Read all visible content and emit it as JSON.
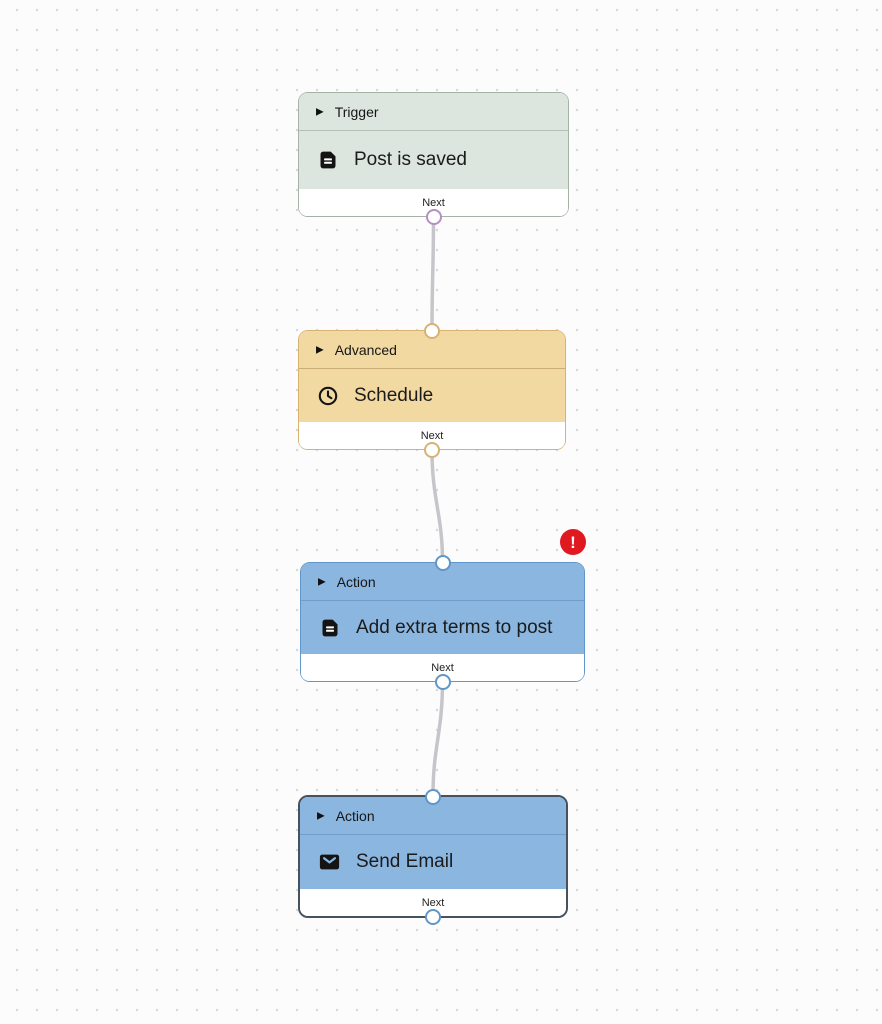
{
  "canvas": {
    "background": "#fcfcfc",
    "dot_color": "#d8d8d8",
    "connector_color": "#c6c6ca"
  },
  "glyphs": {
    "collapse": "▶"
  },
  "nodes": [
    {
      "category": "Trigger",
      "title": "Post is saved",
      "icon": "document-icon",
      "footer_label": "Next",
      "colors": {
        "fill": "#dde5df",
        "border": "#a6b1a8",
        "divider": "#b7bfb9",
        "port": "#b48fc4"
      }
    },
    {
      "category": "Advanced",
      "title": "Schedule",
      "icon": "clock-icon",
      "footer_label": "Next",
      "colors": {
        "fill": "#f2d9a2",
        "border": "#d6b273",
        "divider": "#ccad78",
        "port": "#d6b273"
      }
    },
    {
      "category": "Action",
      "title": "Add extra terms to post",
      "icon": "document-icon",
      "footer_label": "Next",
      "has_error": true,
      "colors": {
        "fill": "#8ab6e0",
        "border": "#6096c9",
        "divider": "#6f9ecb",
        "port": "#6096c9"
      }
    },
    {
      "category": "Action",
      "title": "Send Email",
      "icon": "mail-icon",
      "footer_label": "Next",
      "selected": true,
      "colors": {
        "fill": "#8ab6e0",
        "border": "#47525e",
        "divider": "#6f9ecb",
        "port": "#6096c9"
      }
    }
  ],
  "error_badge": {
    "symbol": "!",
    "color": "#e0181f"
  }
}
